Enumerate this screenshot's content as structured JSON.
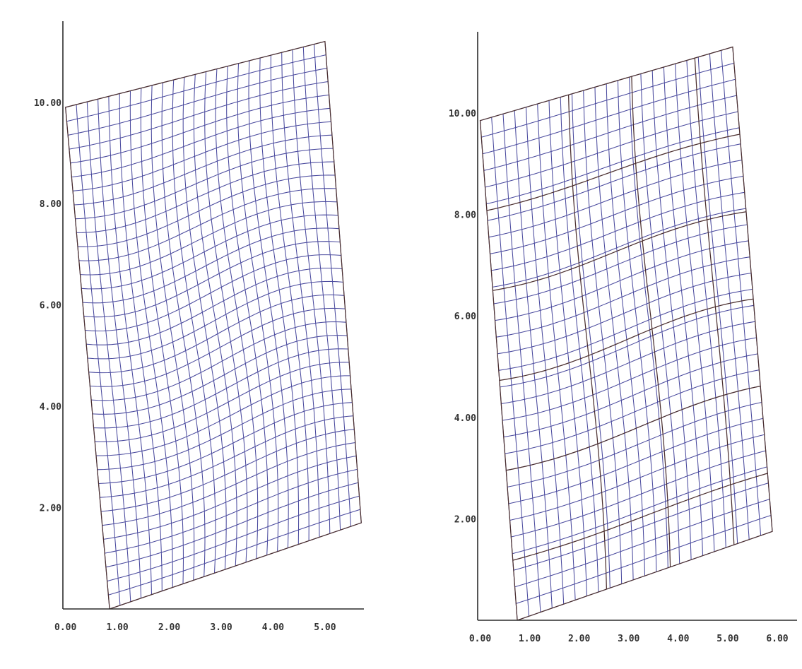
{
  "colors": {
    "background": "#ffffff",
    "axis": "#2b2b2b",
    "tick_text": "#333333",
    "mesh": "#4a4a9e",
    "block_edges": "#4b2f2f"
  },
  "chart_data": [
    {
      "type": "mesh",
      "description_visible": "curvilinear grid single block",
      "x_ticks": [
        "0.00",
        "1.00",
        "2.00",
        "3.00",
        "4.00",
        "5.00"
      ],
      "y_ticks": [
        "2.00",
        "4.00",
        "6.00",
        "8.00",
        "10.00"
      ],
      "xlim": [
        -0.05,
        5.75
      ],
      "ylim": [
        0.0,
        11.6
      ],
      "domain_corners": {
        "bottom_left": [
          0.85,
          0.0
        ],
        "bottom_right": [
          5.7,
          1.7
        ],
        "top_right": [
          5.0,
          11.2
        ],
        "top_left": [
          0.0,
          9.9
        ]
      },
      "mesh_divisions": {
        "i": 24,
        "j": 36
      }
    },
    {
      "type": "mesh",
      "description_visible": "multi-block grid",
      "x_ticks": [
        "0.00",
        "1.00",
        "2.00",
        "3.00",
        "4.00",
        "5.00",
        "6.00"
      ],
      "y_ticks": [
        "2.00",
        "4.00",
        "6.00",
        "8.00",
        "10.00"
      ],
      "xlim": [
        -0.05,
        6.4
      ],
      "ylim": [
        0.0,
        11.6
      ],
      "domain_corners": {
        "bottom_left": [
          0.75,
          0.0
        ],
        "bottom_right": [
          5.9,
          1.75
        ],
        "top_right": [
          5.1,
          11.3
        ],
        "top_left": [
          0.0,
          9.85
        ]
      },
      "mesh_divisions": {
        "i": 22,
        "j": 30
      },
      "block_partitions": {
        "i_breaks": [
          0.35,
          0.6,
          0.85
        ],
        "j_breaks": [
          0.12,
          0.3,
          0.48,
          0.66,
          0.82
        ]
      }
    }
  ]
}
